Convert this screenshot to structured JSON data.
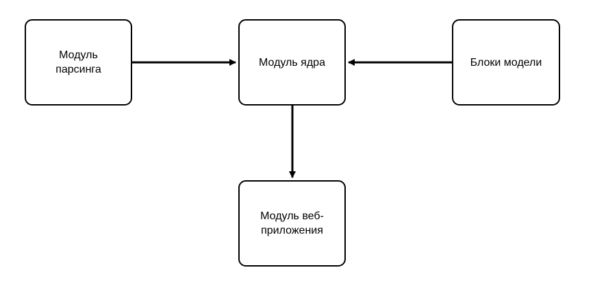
{
  "nodes": {
    "parsing": {
      "label": "Модуль\nпарсинга"
    },
    "core": {
      "label": "Модуль ядра"
    },
    "blocks": {
      "label": "Блоки модели"
    },
    "web": {
      "label": "Модуль веб-\nприложения"
    }
  },
  "edges": [
    {
      "from": "parsing",
      "to": "core"
    },
    {
      "from": "blocks",
      "to": "core"
    },
    {
      "from": "core",
      "to": "web"
    }
  ],
  "colors": {
    "stroke": "#000000",
    "background": "#ffffff"
  }
}
